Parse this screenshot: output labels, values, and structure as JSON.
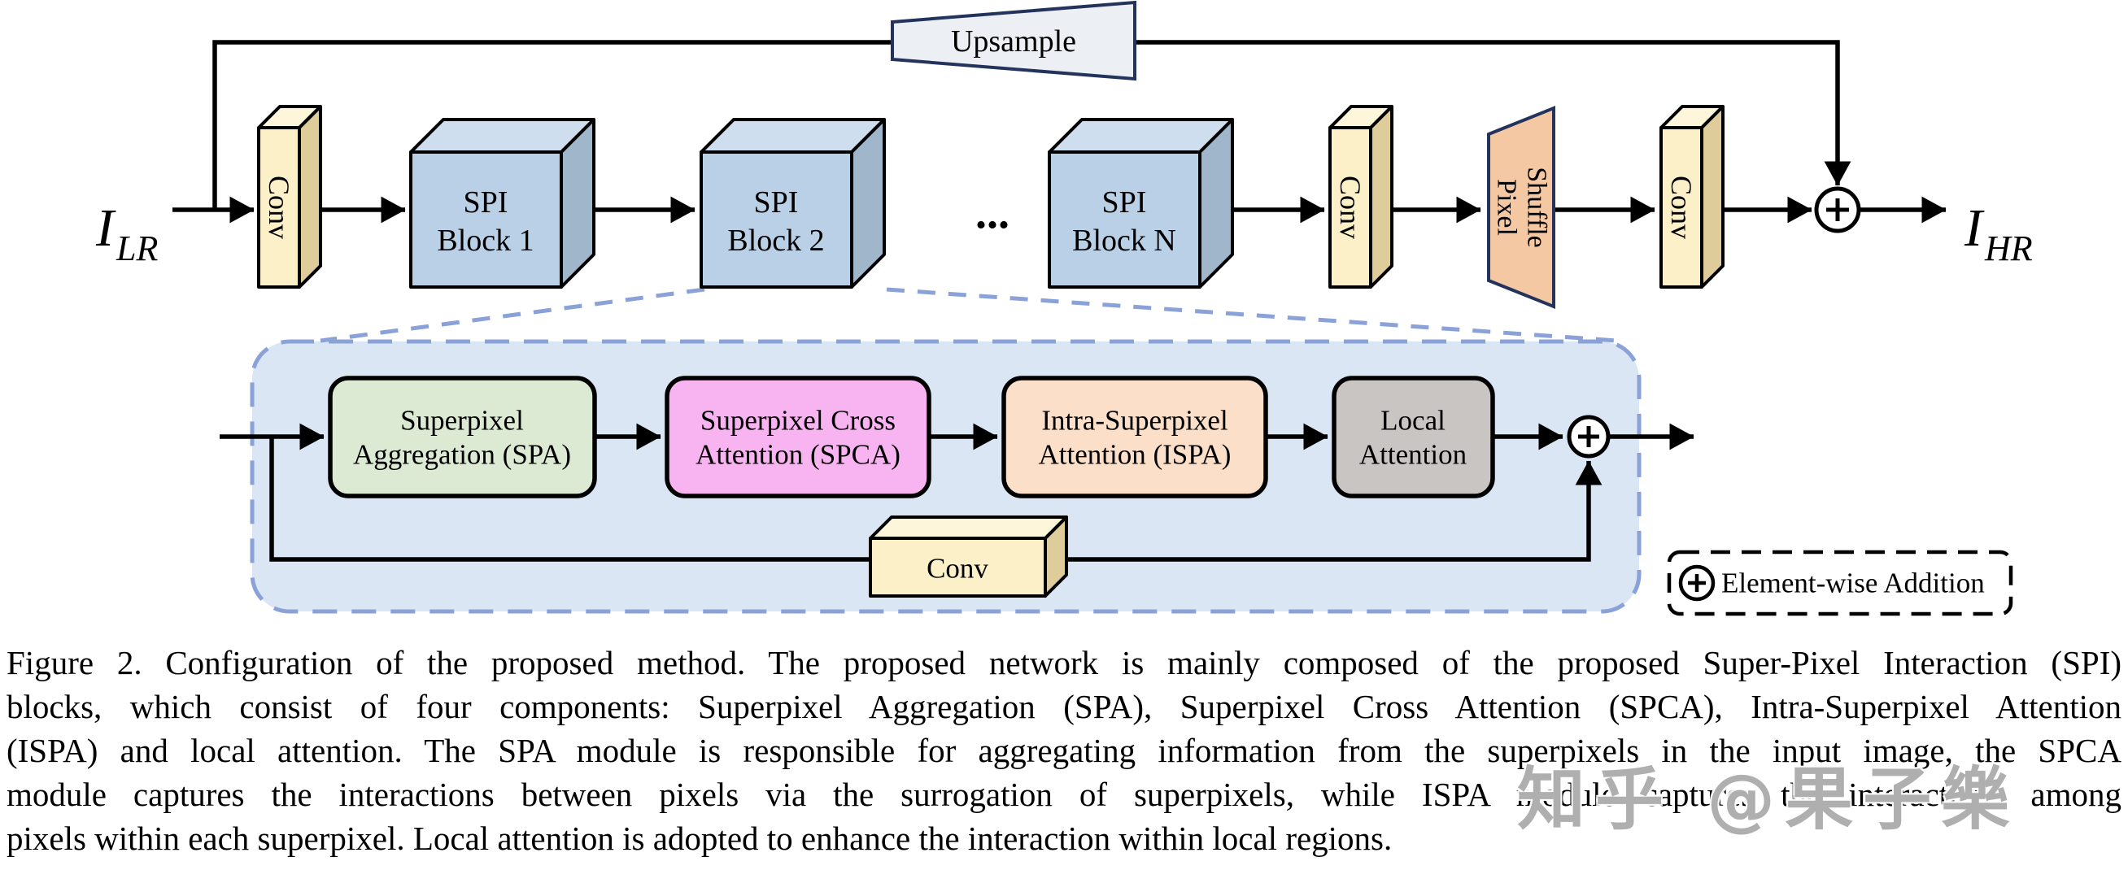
{
  "figure": {
    "input": {
      "symbol": "I",
      "subscript": "LR"
    },
    "output": {
      "symbol": "I",
      "subscript": "HR"
    },
    "upsample_label": "Upsample",
    "conv_label": "Conv",
    "pixel_shuffle": {
      "line1": "Pixel",
      "line2": "Shuffle"
    },
    "dots": "...",
    "blocks": [
      {
        "line1": "SPI",
        "line2": "Block 1"
      },
      {
        "line1": "SPI",
        "line2": "Block 2"
      },
      {
        "line1": "SPI",
        "line2": "Block N"
      }
    ],
    "modules": {
      "spa": {
        "line1": "Superpixel",
        "line2": "Aggregation (SPA)"
      },
      "spca": {
        "line1": "Superpixel Cross",
        "line2": "Attention (SPCA)"
      },
      "ispa": {
        "line1": "Intra-Superpixel",
        "line2": "Attention (ISPA)"
      },
      "local": {
        "line1": "Local",
        "line2": "Attention"
      }
    },
    "legend": {
      "label": "Element-wise Addition"
    },
    "colors": {
      "cube_front": "#b9d0e6",
      "cube_top": "#cfdeee",
      "cube_side": "#9fb6cb",
      "slab_front": "#fbf0c8",
      "slab_top": "#fdf6da",
      "slab_side": "#dfcc9b",
      "upsample_fill": "#eceff4",
      "trapezoid_border": "#23335c",
      "pixel_shuffle_fill": "#f5c8a4",
      "detail_fill": "#dbe6f4",
      "detail_border": "#8aa2d8",
      "spa_fill": "#dcead3",
      "spca_fill": "#f8b4f0",
      "ispa_fill": "#fbdfc9",
      "local_fill": "#c9c5c3",
      "line": "#000000"
    }
  },
  "caption": {
    "lines": [
      "Figure 2. Configuration of the proposed method. The proposed network is mainly composed of the proposed Super-Pixel Interaction (SPI)",
      "blocks, which consist of four components: Superpixel Aggregation (SPA), Superpixel Cross Attention (SPCA), Intra-Superpixel Attention",
      "(ISPA) and local attention. The SPA module is responsible for aggregating information from the superpixels in the input image, the SPCA",
      "module captures the interactions between pixels via the surrogation of superpixels, while ISPA module captures the interactions among",
      "pixels within each superpixel. Local attention is adopted to enhance the interaction within local regions."
    ]
  },
  "watermark": {
    "text": "知乎 @果子樂"
  }
}
